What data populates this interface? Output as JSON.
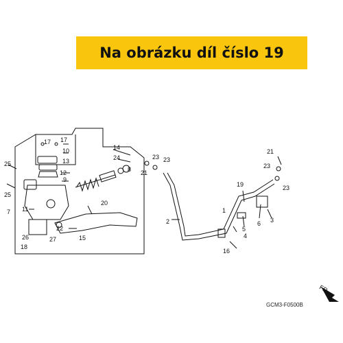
{
  "banner": {
    "text": "Na obrázku díl číslo 19",
    "color": "#f9c60d"
  },
  "diagram": {
    "code": "GCM3-F0500B",
    "direction_label": "FR.",
    "callouts": {
      "c1": "1",
      "c2": "2",
      "c3": "3",
      "c4": "4",
      "c5": "5",
      "c6": "6",
      "c7": "7",
      "c8": "8",
      "c9": "9",
      "c10": "10",
      "c11": "11",
      "c12": "12",
      "c13": "13",
      "c14": "14",
      "c15": "15",
      "c16": "16",
      "c17a": "17",
      "c17b": "17",
      "c18": "18",
      "c19": "19",
      "c20": "20",
      "c21a": "21",
      "c21b": "21",
      "c22": "22",
      "c23a": "23",
      "c23b": "23",
      "c23c": "23",
      "c23d": "23",
      "c24": "24",
      "c25a": "25",
      "c25b": "25",
      "c26": "26",
      "c27": "27"
    }
  }
}
